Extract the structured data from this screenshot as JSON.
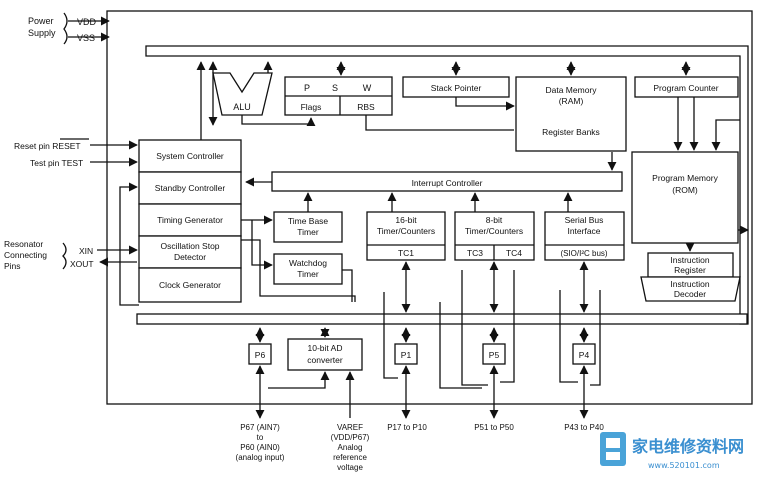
{
  "external": {
    "power_supply": "Power\nSupply",
    "vdd": "VDD",
    "vss": "VSS",
    "reset_pin": "Reset pin RESET",
    "reset_overline": "RESET",
    "test_pin": "Test pin TEST",
    "resonator": "Resonator\nConnecting\nPins",
    "xin": "XIN",
    "xout": "XOUT"
  },
  "blocks": {
    "alu": "ALU",
    "psw_p": "P",
    "psw_s": "S",
    "psw_w": "W",
    "flags": "Flags",
    "rbs": "RBS",
    "stack_pointer": "Stack Pointer",
    "data_memory": "Data Memory\n(RAM)",
    "register_banks": "Register Banks",
    "program_counter": "Program Counter",
    "program_memory": "Program Memory\n(ROM)",
    "system_controller": "System Controller",
    "standby_controller": "Standby Controller",
    "timing_generator": "Timing Generator",
    "osc_stop_detector": "Oscillation Stop\nDetector",
    "clock_generator": "Clock Generator",
    "interrupt_controller": "Interrupt Controller",
    "time_base_timer": "Time Base\nTimer",
    "watchdog_timer": "Watchdog\nTimer",
    "timer16": "16-bit\nTimer/Counters",
    "tc1": "TC1",
    "timer8": "8-bit\nTimer/Counters",
    "tc3": "TC3",
    "tc4": "TC4",
    "serial_bus": "Serial Bus\nInterface",
    "sio": "(SIO/I²C bus)",
    "instruction_register": "Instruction\nRegister",
    "instruction_decoder": "Instruction\nDecoder",
    "ad_converter": "10-bit AD\nconverter",
    "p6": "P6",
    "p1": "P1",
    "p5": "P5",
    "p4": "P4"
  },
  "pins": {
    "p6_range": "P67 (AIN7)\nto\nP60 (AIN0)\n(analog input)",
    "varef": "VAREF\n(VDD/P67)\nAnalog\nreference\nvoltage",
    "p1_range": "P17 to P10",
    "p5_range": "P51 to P50",
    "p4_range": "P43 to P40"
  },
  "watermark": {
    "text": "家电维修资料网",
    "url": "www.520101.com"
  }
}
